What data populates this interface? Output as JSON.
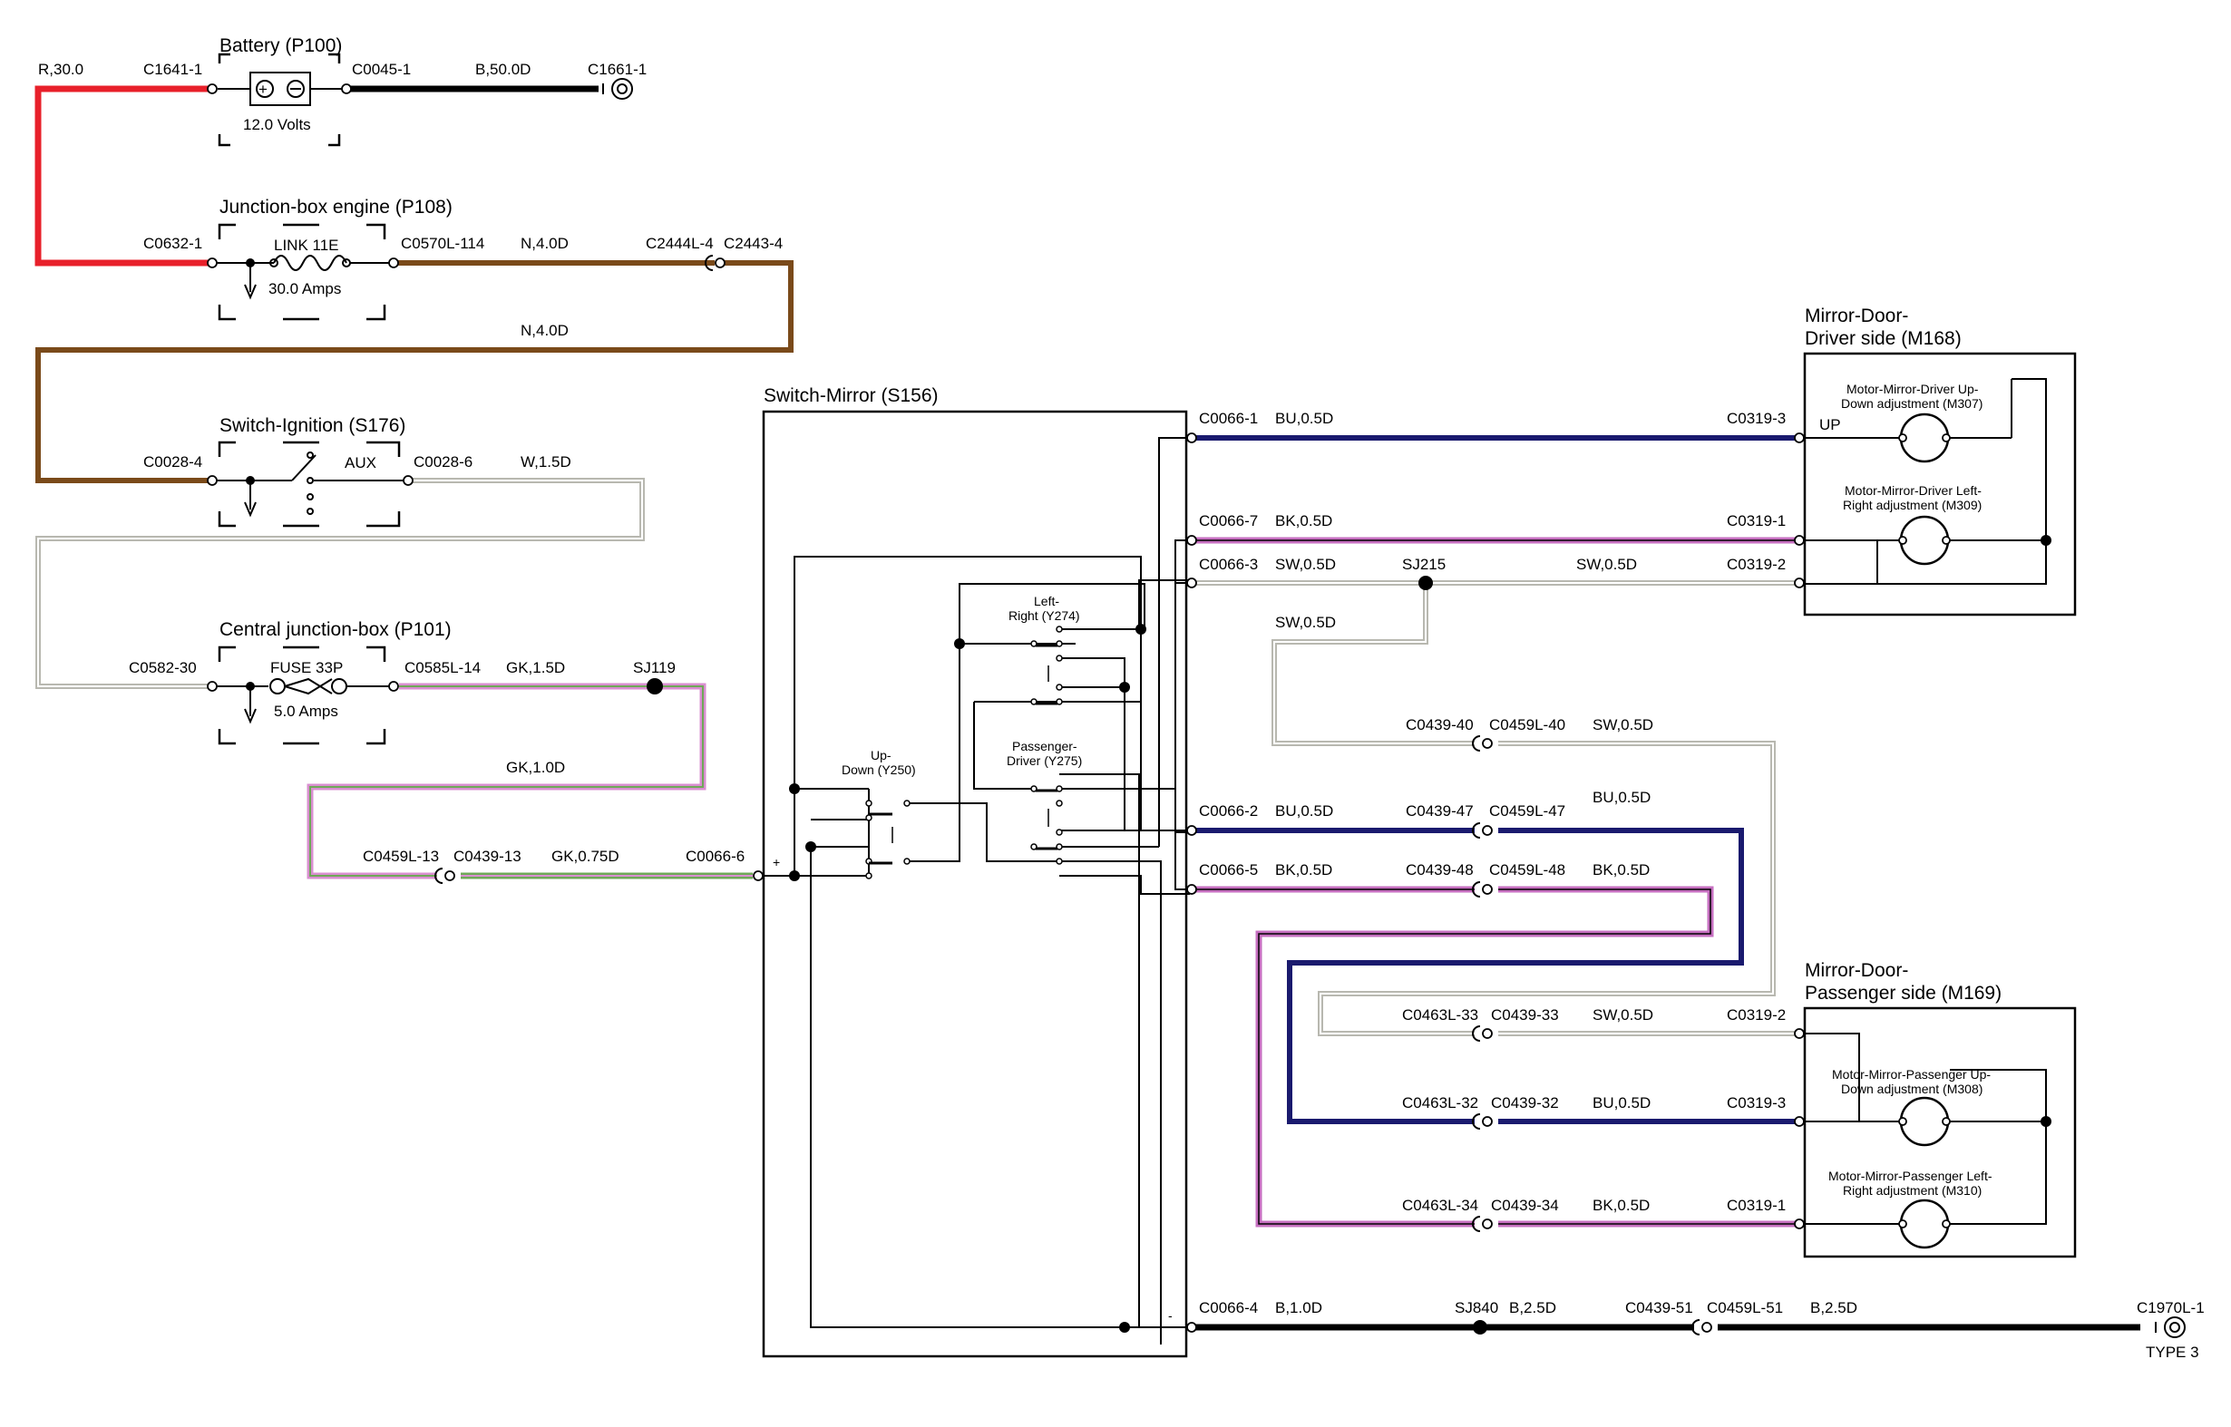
{
  "components": {
    "battery": {
      "title": "Battery (P100)",
      "voltage": "12.0 Volts"
    },
    "junction_engine": {
      "title": "Junction-box engine (P108)",
      "fuse": "LINK 11E",
      "rating": "30.0 Amps"
    },
    "ignition": {
      "title": "Switch-Ignition (S176)",
      "aux": "AUX"
    },
    "central_junction": {
      "title": "Central junction-box (P101)",
      "fuse": "FUSE 33P",
      "rating": "5.0 Amps"
    },
    "switch_mirror": {
      "title": "Switch-Mirror (S156)",
      "left_right": [
        "Left-",
        "Right (Y274)"
      ],
      "up_down": [
        "Up-",
        "Down (Y250)"
      ],
      "passenger_driver": [
        "Passenger-",
        "Driver (Y275)"
      ],
      "plus": "+",
      "minus": "-"
    },
    "mirror_driver": {
      "title": [
        "Mirror-Door-",
        "Driver side (M168)"
      ],
      "motor_updown": [
        "Motor-Mirror-Driver Up-",
        "Down adjustment (M307)"
      ],
      "motor_leftright": [
        "Motor-Mirror-Driver Left-",
        "Right adjustment (M309)"
      ],
      "up": "UP"
    },
    "mirror_passenger": {
      "title": [
        "Mirror-Door-",
        "Passenger side (M169)"
      ],
      "motor_updown": [
        "Motor-Mirror-Passenger Up-",
        "Down adjustment (M308)"
      ],
      "motor_leftright": [
        "Motor-Mirror-Passenger Left-",
        "Right adjustment (M310)"
      ]
    }
  },
  "labels": {
    "r30": "R,30.0",
    "c1641": "C1641-1",
    "c0045": "C0045-1",
    "b50": "B,50.0D",
    "c1661": "C1661-1",
    "c0632": "C0632-1",
    "c0570": "C0570L-114",
    "n4a": "N,4.0D",
    "c2444": "C2444L-4",
    "c2443": "C2443-4",
    "n4b": "N,4.0D",
    "c0028_4": "C0028-4",
    "c0028_6": "C0028-6",
    "w15": "W,1.5D",
    "c0582": "C0582-30",
    "c0585": "C0585L-14",
    "gk15": "GK,1.5D",
    "sj119": "SJ119",
    "gk10": "GK,1.0D",
    "c0459l13": "C0459L-13",
    "c0439_13": "C0439-13",
    "gk075": "GK,0.75D",
    "c0066_6": "C0066-6",
    "c0066_1": "C0066-1",
    "bu05a": "BU,0.5D",
    "c0319_3a": "C0319-3",
    "c0066_7": "C0066-7",
    "bk05a": "BK,0.5D",
    "c0319_1a": "C0319-1",
    "c0066_3": "C0066-3",
    "sw05a": "SW,0.5D",
    "sj215": "SJ215",
    "sw05b": "SW,0.5D",
    "c0319_2a": "C0319-2",
    "sw05c": "SW,0.5D",
    "c0439_40": "C0439-40",
    "c0459l40": "C0459L-40",
    "sw05d": "SW,0.5D",
    "bu05b": "BU,0.5D",
    "c0066_2": "C0066-2",
    "bu05c": "BU,0.5D",
    "c0439_47": "C0439-47",
    "c0459l47": "C0459L-47",
    "c0066_5": "C0066-5",
    "bk05b": "BK,0.5D",
    "c0439_48": "C0439-48",
    "c0459l48": "C0459L-48",
    "bk05c": "BK,0.5D",
    "c0463l33": "C0463L-33",
    "c0439_33": "C0439-33",
    "sw05e": "SW,0.5D",
    "c0319_2b": "C0319-2",
    "c0463l32": "C0463L-32",
    "c0439_32": "C0439-32",
    "bu05d": "BU,0.5D",
    "c0319_3b": "C0319-3",
    "c0463l34": "C0463L-34",
    "c0439_34": "C0439-34",
    "bk05d": "BK,0.5D",
    "c0319_1b": "C0319-1",
    "c0066_4": "C0066-4",
    "b10": "B,1.0D",
    "sj840": "SJ840",
    "b25a": "B,2.5D",
    "c0439_51": "C0439-51",
    "c0459l51": "C0459L-51",
    "b25b": "B,2.5D",
    "c1970": "C1970L-1",
    "type3": "TYPE 3"
  },
  "colors": {
    "red": "#e8202a",
    "black": "#000000",
    "brown": "#7a4a1a",
    "white_wire": "#c9c9c0",
    "gk_pink": "#d98fd0",
    "gk_green": "#6fa858",
    "blue": "#1a1a6e",
    "bk_violet": "#c66fc0"
  }
}
